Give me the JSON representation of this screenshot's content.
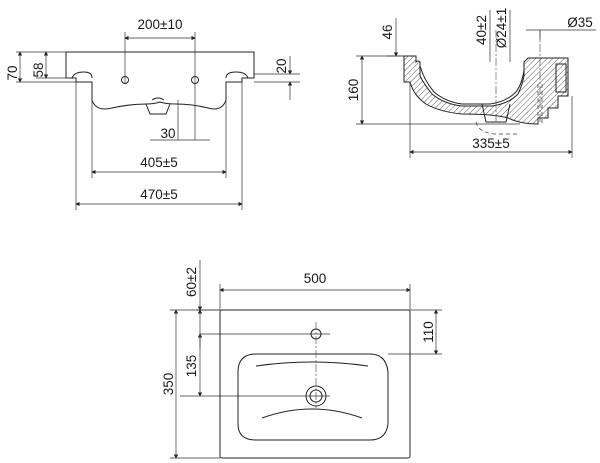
{
  "front_view": {
    "dims": {
      "tap_spacing": "200±10",
      "height_70": "70",
      "height_58": "58",
      "depth_20": "20",
      "offset_30": "30",
      "width_405": "405±5",
      "width_470": "470±5"
    }
  },
  "section_view": {
    "dims": {
      "height_46": "46",
      "height_40": "40±2",
      "dia_24": "Ø24±1",
      "dia_35": "Ø35",
      "height_160": "160",
      "depth_335": "335±5"
    }
  },
  "top_view": {
    "dims": {
      "width_500": "500",
      "offset_60": "60±2",
      "depth_110": "110",
      "depth_135": "135",
      "depth_350": "350"
    }
  }
}
